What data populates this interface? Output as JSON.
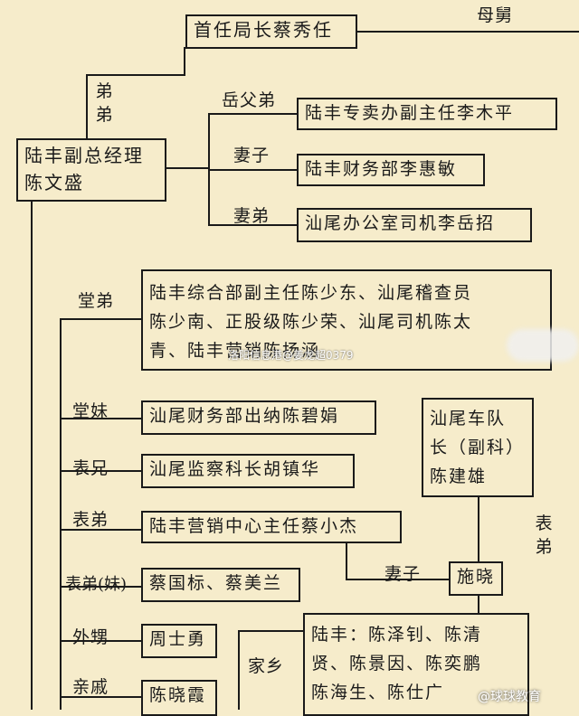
{
  "top": {
    "official": "首任局长蔡秀任",
    "mother_brother": "母舅"
  },
  "center": {
    "line1": "陆丰副总经理",
    "line2": "陈文盛"
  },
  "labels": {
    "brother": "弟弟",
    "father_in_law": "岳父弟",
    "wife": "妻子",
    "wife_brother": "妻弟",
    "cousin_m": "堂弟",
    "cousin_f": "堂妹",
    "older_cousin": "表兄",
    "younger_cousin": "表弟",
    "younger_cousin_both": "表弟(妹)",
    "nephew": "外甥",
    "relative": "亲戚",
    "hometown": "家乡",
    "wife2": "妻子",
    "cousin_side": "表弟"
  },
  "boxes": {
    "li_muping": "陆丰专卖办副主任李木平",
    "li_huimin": "陆丰财务部李惠敏",
    "li_yuezhao": "汕尾办公室司机李岳招",
    "tang_line1": "陆丰综合部副主任陈少东、汕尾稽查员",
    "tang_line2": "陈少南、正股级陈少荣、汕尾司机陈太",
    "tang_line3": "青、陆丰营销陈扬涵",
    "chen_bijuan": "汕尾财务部出纳陈碧娟",
    "hu_zhenhua": "汕尾监察科长胡镇华",
    "cai_xiaojie": "陆丰营销中心主任蔡小杰",
    "cai_brothers": "蔡国标、蔡美兰",
    "zhou_shiyong": "周士勇",
    "chen_xiaoxia": "陈晓霞",
    "shi_xiao": "施晓",
    "fleet_line1": "汕尾车队",
    "fleet_line2": "长（副科）",
    "fleet_line3": "陈建雄",
    "home_line1": "陆丰：陈泽钊、陈清",
    "home_line2": "贤、陈景因、陈奕鹏",
    "home_line3": "陈海生、陈仕广"
  },
  "watermarks": {
    "center": "洛阳信息港@姜龙超0379",
    "corner": "@球球教育"
  }
}
